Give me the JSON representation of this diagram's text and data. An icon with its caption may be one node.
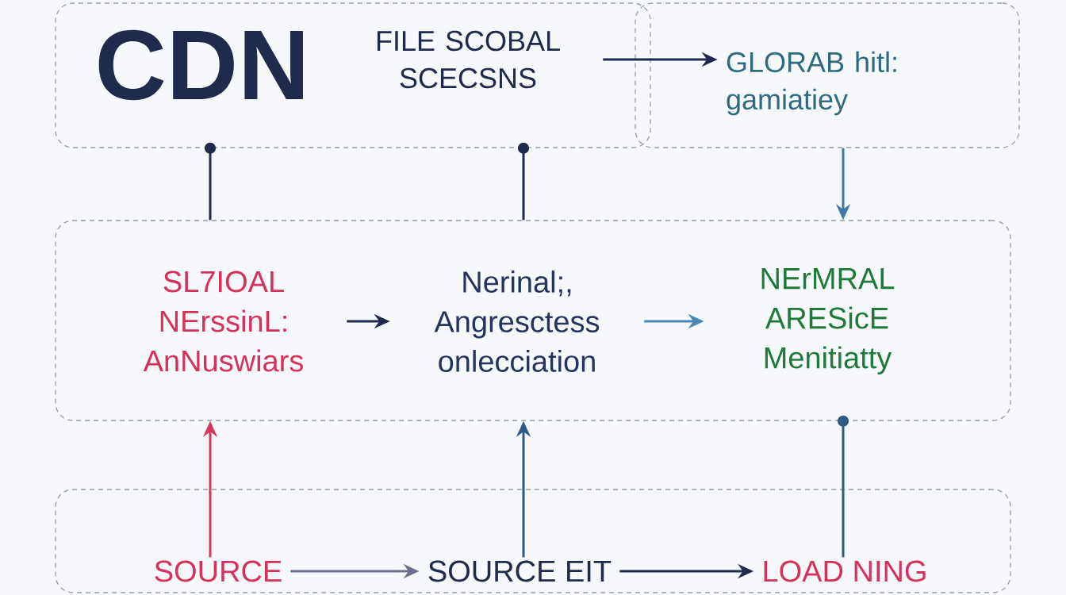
{
  "diagram": {
    "nodes": [
      {
        "text": [],
        "shape": "box"
      },
      {
        "text": [
          "CDN"
        ],
        "in": 0
      },
      {
        "text": [
          "FILE SCOBAL SCECSNS"
        ],
        "in": 0
      },
      {
        "text": [],
        "shape": "box"
      },
      {
        "text": [
          "GLORAB hitl: gamiatiey"
        ],
        "in": 3
      },
      {
        "text": [],
        "shape": "box"
      },
      {
        "text": [
          "SL7IOAL NErssinL: AnNuswiars"
        ],
        "in": 5
      },
      {
        "text": [
          "Nerinal;, Angresctess onlecciation"
        ],
        "in": 5
      },
      {
        "text": [
          "NErMRAL ARESicE Menitiatty"
        ],
        "in": 5
      },
      {
        "text": [],
        "shape": "box"
      },
      {
        "text": [
          "SOURCE"
        ],
        "in": 9
      },
      {
        "text": [
          "SOURCE EIT"
        ],
        "in": 9
      },
      {
        "text": [
          "LOAD NING"
        ],
        "in": 9
      }
    ],
    "edges": [
      {
        "from": 2,
        "to": 4,
        "arrow": "to"
      },
      {
        "from": 0,
        "to": 5,
        "arrow": "other"
      },
      {
        "from": 0,
        "to": 5,
        "arrow": "other"
      },
      {
        "from": 3,
        "to": 5,
        "arrow": "to",
        "color": "#3f78a8"
      },
      {
        "from": 6,
        "to": 7,
        "arrow": "to"
      },
      {
        "from": 7,
        "to": 8,
        "arrow": "to",
        "color": "#4a86b4"
      },
      {
        "from": 10,
        "to": 5,
        "arrow": "to",
        "color": "#d93556"
      },
      {
        "from": 11,
        "to": 5,
        "arrow": "to",
        "color": "#2f5a84"
      },
      {
        "from": 5,
        "to": 12,
        "arrow": "other",
        "color": "#2f5a84"
      },
      {
        "from": 10,
        "to": 11,
        "arrow": "to",
        "color": "#6c7090"
      },
      {
        "from": 11,
        "to": 12,
        "arrow": "to"
      }
    ]
  }
}
